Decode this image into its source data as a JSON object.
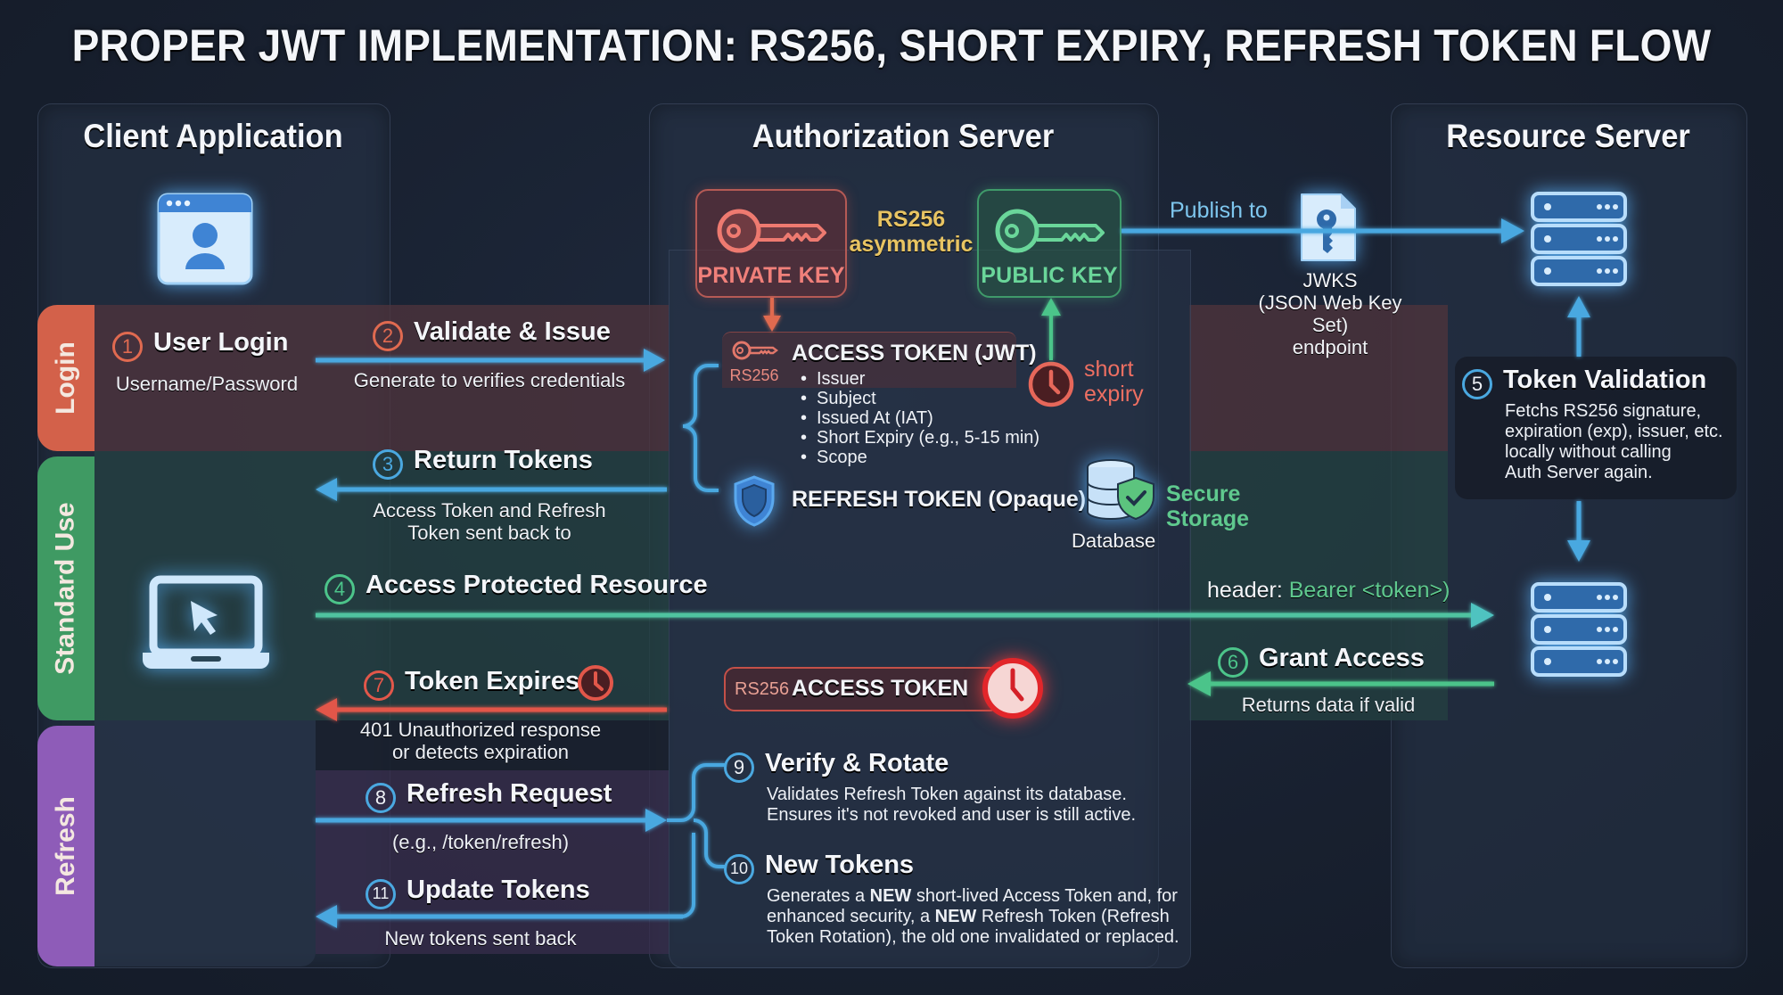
{
  "title": "PROPER JWT IMPLEMENTATION: RS256, SHORT EXPIRY, REFRESH TOKEN FLOW",
  "columns": {
    "client": "Client Application",
    "auth": "Authorization Server",
    "resource": "Resource Server"
  },
  "lanes": [
    {
      "label": "Login",
      "color": "#d3614a"
    },
    {
      "label": "Standard Use",
      "color": "#3f9a63"
    },
    {
      "label": "Refresh",
      "color": "#8e5cb8"
    }
  ],
  "keys": {
    "private": "PRIVATE KEY",
    "public": "PUBLIC KEY",
    "algo_line1": "RS256",
    "algo_line2": "asymmetric"
  },
  "access_token": {
    "badge": "RS256",
    "title": "ACCESS TOKEN (JWT)",
    "claims": [
      "Issuer",
      "Subject",
      "Issued At (IAT)",
      "Short Expiry (e.g., 5-15 min)",
      "Scope"
    ],
    "expiry_label_1": "short",
    "expiry_label_2": "expiry"
  },
  "refresh_token": {
    "title": "REFRESH TOKEN (Opaque)"
  },
  "database": {
    "label": "Database",
    "secure_1": "Secure",
    "secure_2": "Storage"
  },
  "jwks": {
    "publish": "Publish to",
    "name": "JWKS",
    "desc_1": "(JSON Web Key",
    "desc_2": "Set)",
    "desc_3": "endpoint"
  },
  "steps": [
    {
      "n": "1",
      "title": "User Login",
      "desc": "Username/Password"
    },
    {
      "n": "2",
      "title": "Validate & Issue",
      "desc": "Generate to verifies credentials"
    },
    {
      "n": "3",
      "title": "Return Tokens",
      "desc_1": "Access Token and Refresh",
      "desc_2": "Token sent back to"
    },
    {
      "n": "4",
      "title": "Access Protected Resource",
      "header_prefix": "header:",
      "header_value": "Bearer <token>)"
    },
    {
      "n": "5",
      "title": "Token Validation",
      "desc_1": "Fetchs RS256 signature,",
      "desc_2": "expiration (exp), issuer, etc.",
      "desc_3": "locally without calling",
      "desc_4": "Auth Server again."
    },
    {
      "n": "6",
      "title": "Grant Access",
      "desc": "Returns data if valid"
    },
    {
      "n": "7",
      "title": "Token Expires",
      "desc_1": "401 Unauthorized response",
      "desc_2": "or detects expiration"
    },
    {
      "n": "8",
      "title": "Refresh Request",
      "desc": "(e.g., /token/refresh)"
    },
    {
      "n": "9",
      "title": "Verify & Rotate",
      "desc_1": "Validates Refresh Token against its database.",
      "desc_2": "Ensures it's not revoked and user is still active."
    },
    {
      "n": "10",
      "title": "New Tokens",
      "desc_a": "Generates a ",
      "bold_1": "NEW",
      "desc_b": " short-lived Access Token and, for",
      "desc_c": "enhanced security, a ",
      "bold_2": "NEW",
      "desc_d": " Refresh Token (Refresh",
      "desc_e": "Token Rotation), the old one invalidated or replaced."
    },
    {
      "n": "11",
      "title": "Update Tokens",
      "desc": "New tokens sent back"
    }
  ],
  "expired_token": {
    "badge": "RS256",
    "label": "ACCESS TOKEN"
  },
  "colors": {
    "blue": "#4aa8e0",
    "green": "#4cc48a",
    "red": "#e2574a",
    "orange": "#e06a50",
    "yellow": "#e8c463",
    "purple": "#8e5cb8"
  }
}
